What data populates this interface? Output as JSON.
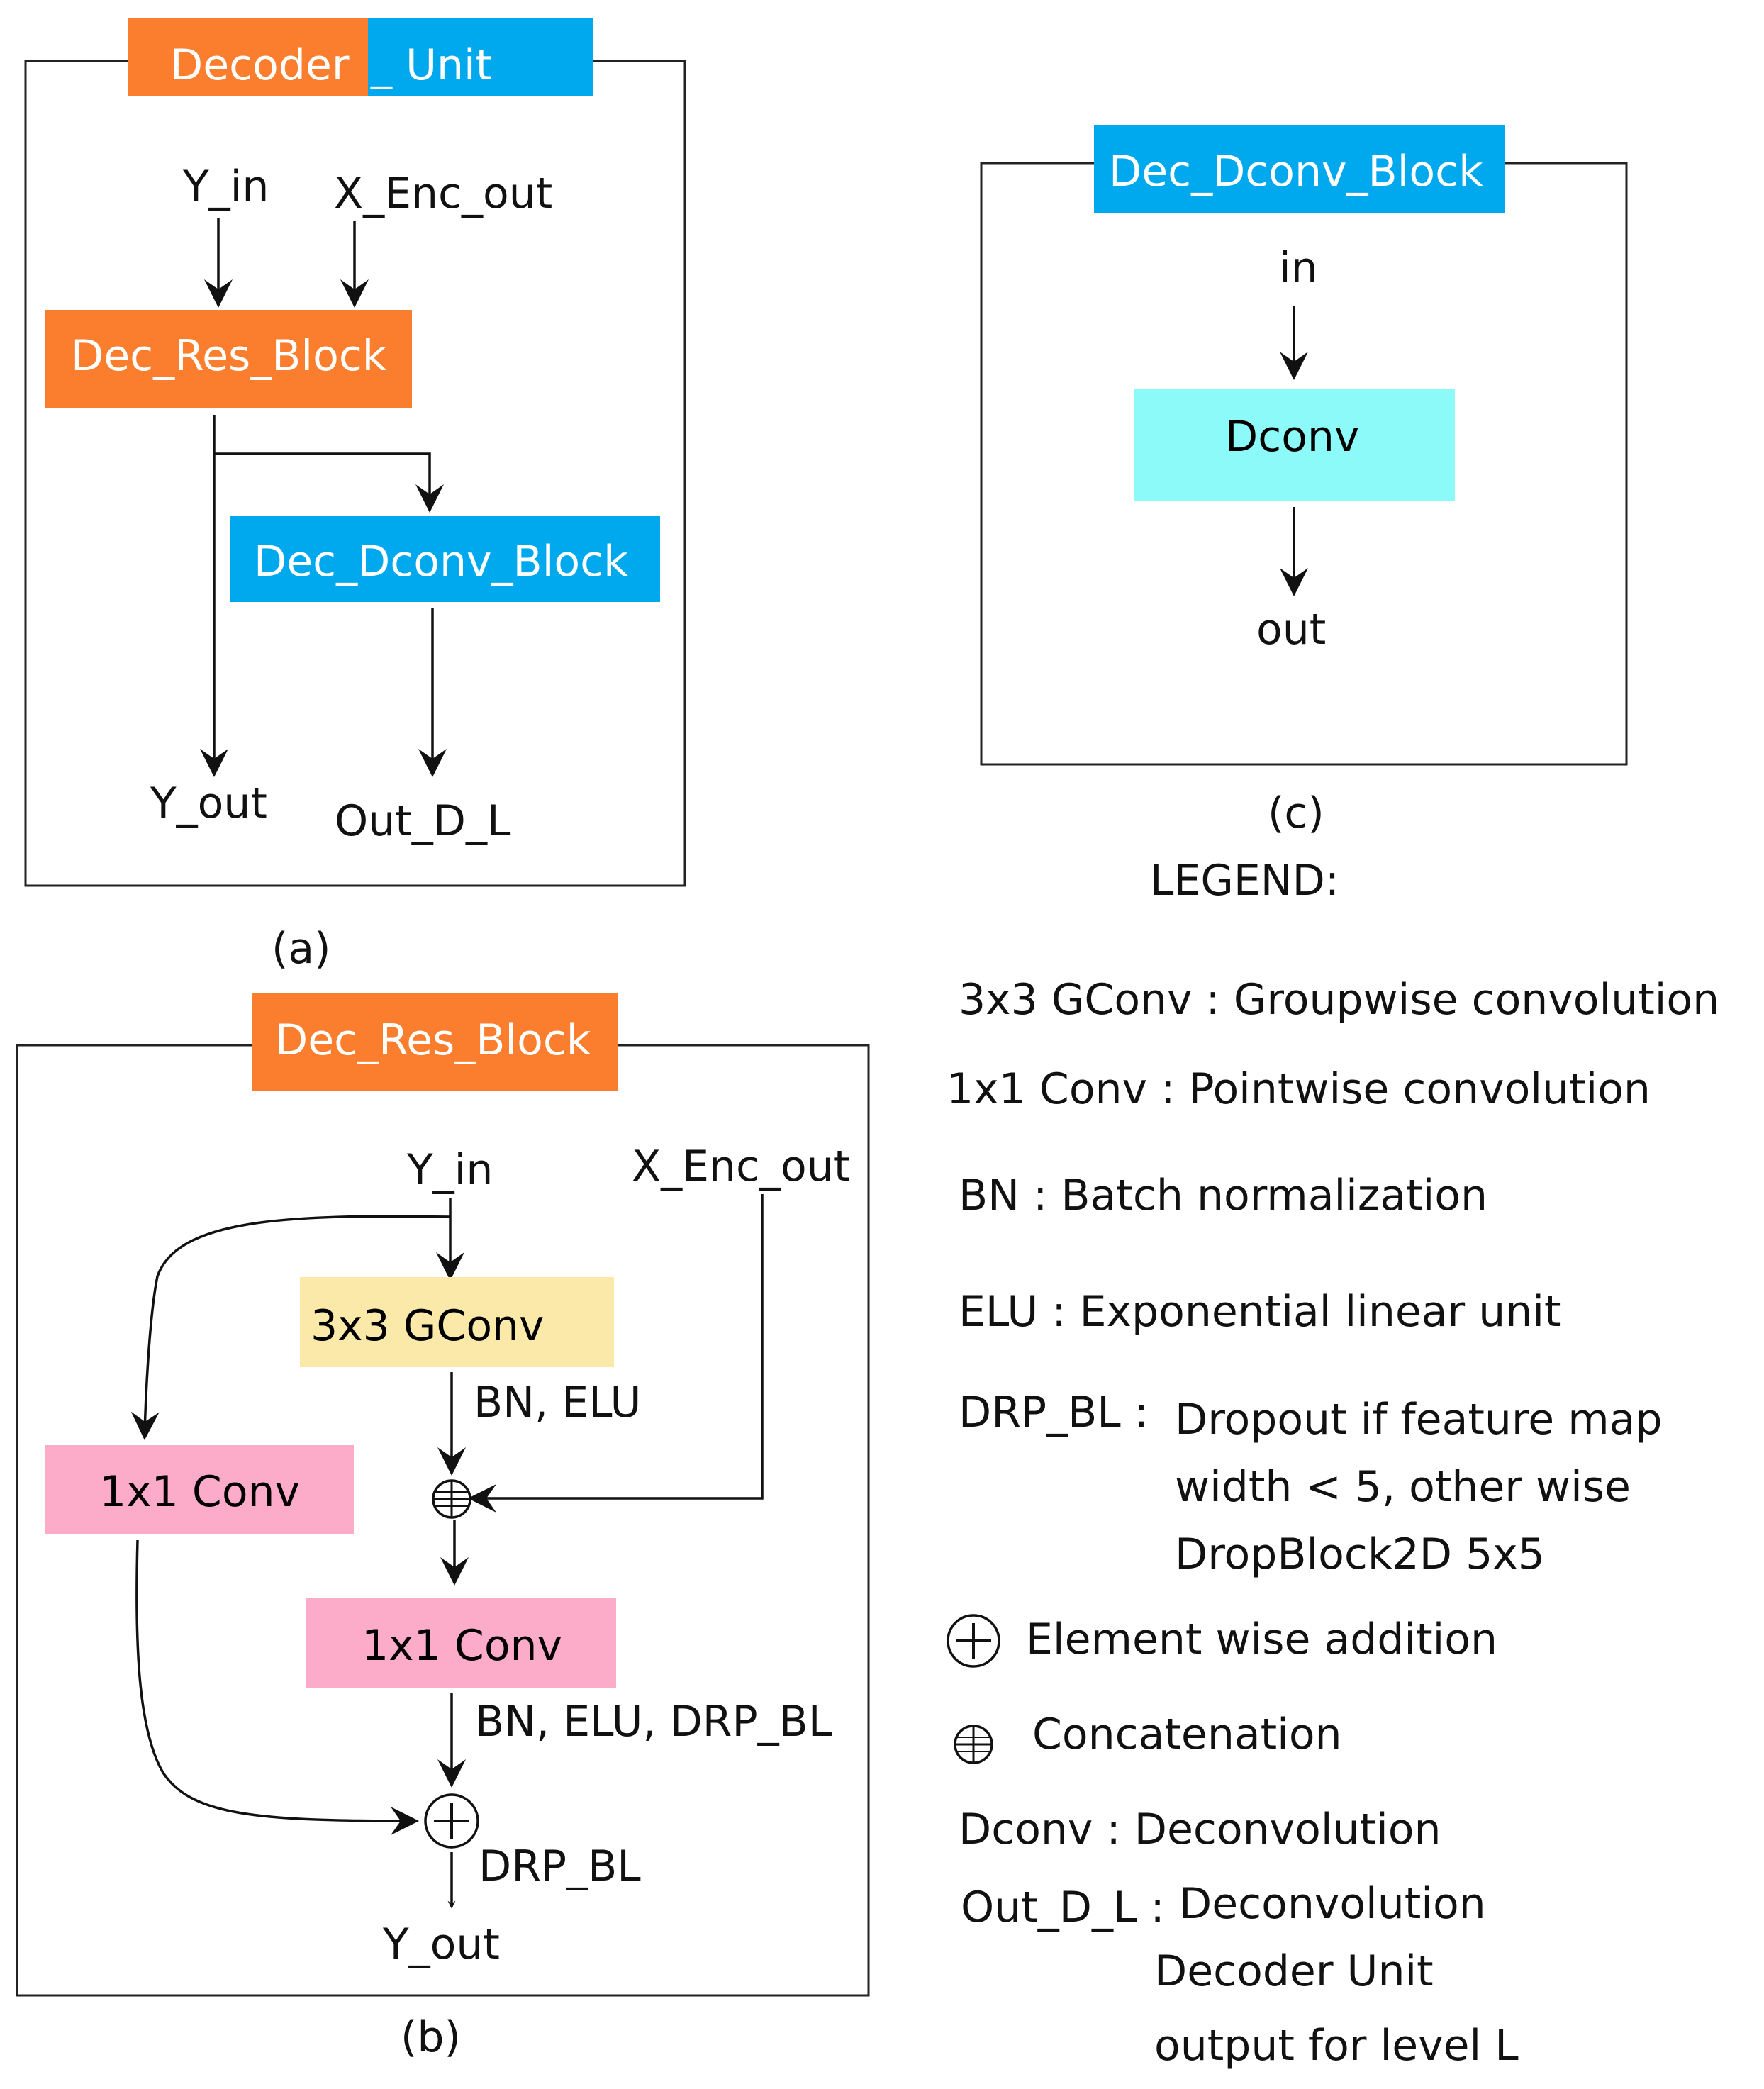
{
  "panel_a": {
    "title_left": "Decoder",
    "title_right": "_ Unit",
    "input_y": "Y_in",
    "input_x": "X_Enc_out",
    "res_block": "Dec_Res_Block",
    "dconv_block": "Dec_Dconv_Block",
    "output_y": "Y_out",
    "output_d": "Out_D_L",
    "caption": "(a)"
  },
  "panel_b": {
    "title": "Dec_Res_Block",
    "input_y": "Y_in",
    "input_x": "X_Enc_out",
    "gconv": "3x3 GConv",
    "gconv_post": "BN, ELU",
    "conv_left": "1x1 Conv",
    "conv_mid": "1x1 Conv",
    "conv_mid_post": "BN, ELU, DRP_BL",
    "add_post": "DRP_BL",
    "output_y": "Y_out",
    "caption": "(b)"
  },
  "panel_c": {
    "title": "Dec_Dconv_Block",
    "input": "in",
    "dconv": "Dconv",
    "output": "out",
    "caption": "(c)"
  },
  "legend": {
    "title": "LEGEND:",
    "gconv": "3x3  GConv : Groupwise convolution",
    "conv": "1x1 Conv : Pointwise convolution",
    "bn": "BN : Batch normalization",
    "elu": "ELU : Exponential linear unit",
    "drp_term": "DRP_BL :",
    "drp_line1": "Dropout if feature map",
    "drp_line2": "width < 5, other wise",
    "drp_line3": "DropBlock2D 5x5",
    "add": "Element wise addition",
    "concat": "Concatenation",
    "dconv": "Dconv : Deconvolution",
    "outdl_term": "Out_D_L :",
    "outdl_line1": "Deconvolution",
    "outdl_line2": "Decoder Unit",
    "outdl_line3": "output for level L"
  },
  "colors": {
    "orange": "#FB7E2E",
    "blue": "#00A8EE",
    "cyan": "#8CFAF8",
    "yellow": "#FBE9A9",
    "pink": "#FCABC8"
  }
}
